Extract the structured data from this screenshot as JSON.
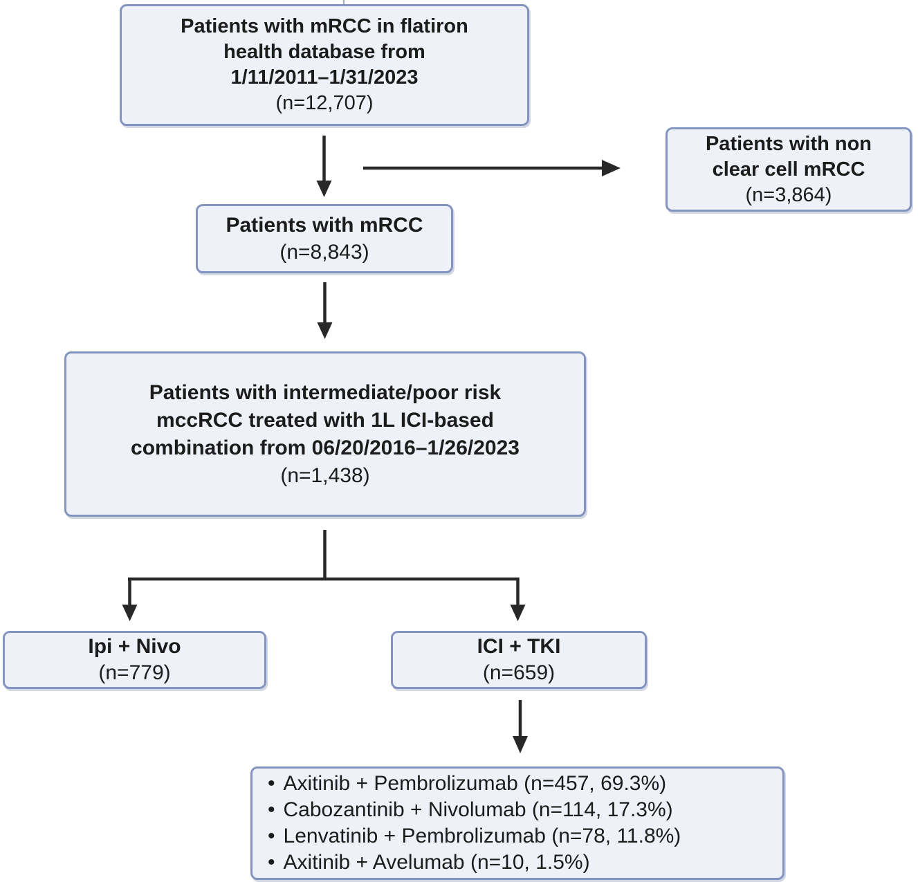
{
  "colors": {
    "box_fill": "#eef1f8",
    "box_border": "#8494c1",
    "arrow": "#282828",
    "text": "#1c1c1c",
    "bg": "#ffffff"
  },
  "nodes": {
    "database": {
      "lines": [
        "Patients with mRCC in flatiron",
        "health database from",
        "1/11/2011–1/31/2023"
      ],
      "count": "(n=12,707)"
    },
    "non_clear_cell": {
      "lines": [
        "Patients with non",
        "clear cell mRCC"
      ],
      "count": "(n=3,864)"
    },
    "mrcc": {
      "lines": [
        "Patients with mRCC"
      ],
      "count": "(n=8,843)"
    },
    "ici_combination": {
      "lines": [
        "Patients with intermediate/poor risk",
        "mccRCC treated with 1L ICI-based",
        "combination from 06/20/2016–1/26/2023"
      ],
      "count": "(n=1,438)"
    },
    "ipi_nivo": {
      "lines": [
        "Ipi + Nivo"
      ],
      "count": "(n=779)"
    },
    "ici_tki": {
      "lines": [
        "ICI + TKI"
      ],
      "count": "(n=659)"
    },
    "ici_tki_regimens": {
      "bullet": "•",
      "items": [
        "Axitinib + Pembrolizumab (n=457, 69.3%)",
        "Cabozantinib + Nivolumab (n=114, 17.3%)",
        "Lenvatinib + Pembrolizumab (n=78, 11.8%)",
        "Axitinib + Avelumab (n=10, 1.5%)"
      ]
    }
  }
}
